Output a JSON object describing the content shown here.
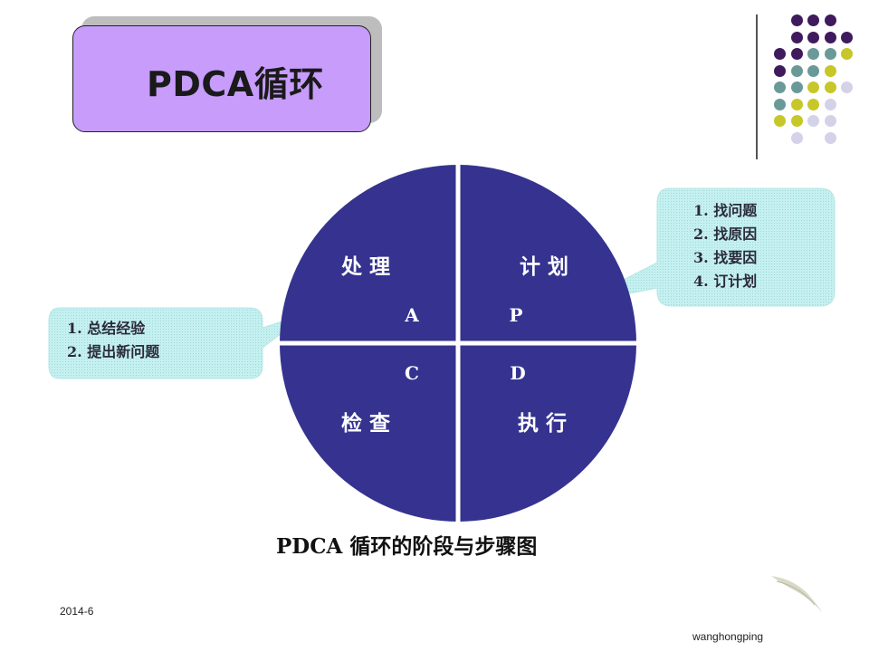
{
  "title": "PDCA循环",
  "quadrants": {
    "act": {
      "name": "处 理",
      "letter": "A"
    },
    "plan": {
      "name": "计 划",
      "letter": "P"
    },
    "check": {
      "name": "检 查",
      "letter": "C"
    },
    "do": {
      "name": "执 行",
      "letter": "D"
    }
  },
  "plan_callout": {
    "items": [
      "1.  找问题",
      "2.  找原因",
      "3.  找要因",
      "4.  订计划"
    ]
  },
  "act_callout": {
    "items": [
      "1.  总结经验",
      "2.  提出新问题"
    ]
  },
  "caption": "PDCA 循环的阶段与步骤图",
  "footer": {
    "date": "2014-6",
    "author": "wanghongping"
  },
  "colors": {
    "circle": "#35338f",
    "callout": "#c5f0f0",
    "title_box": "#c79cfb",
    "dot_purple": "#3f1a5c",
    "dot_teal": "#6a9a98",
    "dot_yellow": "#c7c72a",
    "dot_lavender": "#d4d2e8"
  }
}
